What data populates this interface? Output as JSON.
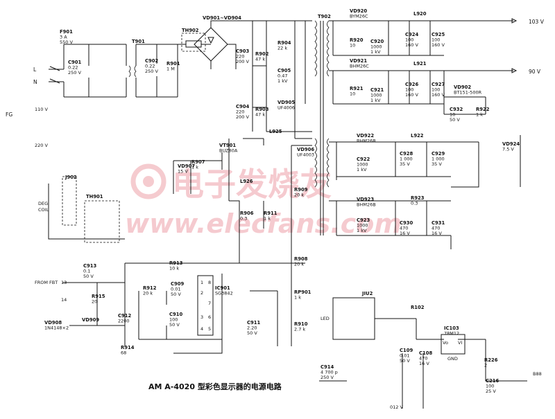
{
  "caption": "AM A-4020 型彩色显示器的电源电路",
  "watermark": {
    "cn": "电子发烧友",
    "url": "www.elecfans.com"
  },
  "inputs": {
    "L": "L",
    "N": "N",
    "FG": "FG",
    "v110": "110 V",
    "v220": "220 V",
    "deg_coil_1": "DEG",
    "deg_coil_2": "COIL",
    "from_fbt": "FROM FBT",
    "pin13": "13",
    "pin14": "14",
    "led": "LED"
  },
  "outputs": {
    "v103": "103 V",
    "v90": "90 V",
    "vbbb": "B88",
    "v12": "012 V"
  },
  "components": [
    {
      "id": "F901",
      "name": "F901",
      "v1": "3 A",
      "v2": "550 V"
    },
    {
      "id": "C901",
      "name": "C901",
      "v1": "0.22",
      "v2": "250 V"
    },
    {
      "id": "T901",
      "name": "T901",
      "v1": "",
      "v2": ""
    },
    {
      "id": "C902",
      "name": "C902",
      "v1": "0.22",
      "v2": "250 V"
    },
    {
      "id": "R901",
      "name": "R901",
      "v1": "1 M",
      "v2": ""
    },
    {
      "id": "TH902",
      "name": "TH902",
      "v1": "",
      "v2": ""
    },
    {
      "id": "VD901",
      "name": "VD901~VD904",
      "v1": "",
      "v2": ""
    },
    {
      "id": "C903",
      "name": "C903",
      "v1": "220",
      "v2": "200 V"
    },
    {
      "id": "R902",
      "name": "R902",
      "v1": "47 k",
      "v2": ""
    },
    {
      "id": "C904",
      "name": "C904",
      "v1": "220",
      "v2": "200 V"
    },
    {
      "id": "R903",
      "name": "R903",
      "v1": "47 k",
      "v2": ""
    },
    {
      "id": "R904",
      "name": "R904",
      "v1": "22 k",
      "v2": ""
    },
    {
      "id": "C905",
      "name": "C905",
      "v1": "0.47",
      "v2": "1 kV"
    },
    {
      "id": "VD905",
      "name": "VD905",
      "v1": "UF4006",
      "v2": ""
    },
    {
      "id": "L925",
      "name": "L925",
      "v1": "",
      "v2": ""
    },
    {
      "id": "VT901",
      "name": "VT901",
      "v1": "BUZ80A",
      "v2": ""
    },
    {
      "id": "VD907",
      "name": "VD907",
      "v1": "15 V",
      "v2": ""
    },
    {
      "id": "R907",
      "name": "R907",
      "v1": "1 k",
      "v2": ""
    },
    {
      "id": "L926",
      "name": "L926",
      "v1": "",
      "v2": ""
    },
    {
      "id": "R906",
      "name": "R906",
      "v1": "0.3",
      "v2": ""
    },
    {
      "id": "R911",
      "name": "R911",
      "v1": "1 k",
      "v2": ""
    },
    {
      "id": "T902",
      "name": "T902",
      "v1": "",
      "v2": ""
    },
    {
      "id": "VD906",
      "name": "VD906",
      "v1": "UF4003",
      "v2": ""
    },
    {
      "id": "R909",
      "name": "R909",
      "v1": "20 k",
      "v2": ""
    },
    {
      "id": "R908",
      "name": "R908",
      "v1": "20 k",
      "v2": ""
    },
    {
      "id": "J902",
      "name": "J902",
      "v1": "",
      "v2": ""
    },
    {
      "id": "TH901",
      "name": "TH901",
      "v1": "",
      "v2": ""
    },
    {
      "id": "C913",
      "name": "C913",
      "v1": "0.1",
      "v2": "50 V"
    },
    {
      "id": "R913",
      "name": "R913",
      "v1": "10 k",
      "v2": ""
    },
    {
      "id": "R915",
      "name": "R915",
      "v1": "20",
      "v2": ""
    },
    {
      "id": "VD908",
      "name": "VD908",
      "v1": "1N4148×2",
      "v2": ""
    },
    {
      "id": "VD909",
      "name": "VD909",
      "v1": "",
      "v2": ""
    },
    {
      "id": "C912",
      "name": "C912",
      "v1": "2200",
      "v2": ""
    },
    {
      "id": "R914",
      "name": "R914",
      "v1": "68",
      "v2": ""
    },
    {
      "id": "R912",
      "name": "R912",
      "v1": "20 k",
      "v2": ""
    },
    {
      "id": "C909",
      "name": "C909",
      "v1": "0.01",
      "v2": "50 V"
    },
    {
      "id": "C910",
      "name": "C910",
      "v1": "100",
      "v2": "50 V"
    },
    {
      "id": "IC901",
      "name": "IC901",
      "v1": "SG3842",
      "v2": ""
    },
    {
      "id": "C911",
      "name": "C911",
      "v1": "2.20",
      "v2": "50 V"
    },
    {
      "id": "RP901",
      "name": "RP901",
      "v1": "1 k",
      "v2": ""
    },
    {
      "id": "R910",
      "name": "R910",
      "v1": "2.7 k",
      "v2": ""
    },
    {
      "id": "C914",
      "name": "C914",
      "v1": "4 700 p",
      "v2": "250 V"
    },
    {
      "id": "VD920",
      "name": "VD920",
      "v1": "BYM26C",
      "v2": ""
    },
    {
      "id": "R920",
      "name": "R920",
      "v1": "10",
      "v2": ""
    },
    {
      "id": "C920",
      "name": "C920",
      "v1": "1000",
      "v2": "1 kV"
    },
    {
      "id": "L920",
      "name": "L920",
      "v1": "",
      "v2": ""
    },
    {
      "id": "C924",
      "name": "C924",
      "v1": "100",
      "v2": "160 V"
    },
    {
      "id": "C925",
      "name": "C925",
      "v1": "100",
      "v2": "160 V"
    },
    {
      "id": "VD921",
      "name": "VD921",
      "v1": "BHM26C",
      "v2": ""
    },
    {
      "id": "R921",
      "name": "R921",
      "v1": "10",
      "v2": ""
    },
    {
      "id": "C921",
      "name": "C921",
      "v1": "1000",
      "v2": "1 kV"
    },
    {
      "id": "L921",
      "name": "L921",
      "v1": "",
      "v2": ""
    },
    {
      "id": "C926",
      "name": "C926",
      "v1": "100",
      "v2": "160 V"
    },
    {
      "id": "C927",
      "name": "C927",
      "v1": "100",
      "v2": "160 V"
    },
    {
      "id": "VD902",
      "name": "VD902",
      "v1": "BT151-500R",
      "v2": ""
    },
    {
      "id": "C932",
      "name": "C932",
      "v1": "10",
      "v2": "50 V"
    },
    {
      "id": "R922",
      "name": "R922",
      "v1": "1 k",
      "v2": ""
    },
    {
      "id": "VD924",
      "name": "VD924",
      "v1": "7.5 V",
      "v2": ""
    },
    {
      "id": "VD922",
      "name": "VD922",
      "v1": "BHM26B",
      "v2": ""
    },
    {
      "id": "C922",
      "name": "C922",
      "v1": "1000",
      "v2": "1 kV"
    },
    {
      "id": "L922",
      "name": "L922",
      "v1": "",
      "v2": ""
    },
    {
      "id": "C928",
      "name": "C928",
      "v1": "1 000",
      "v2": "35 V"
    },
    {
      "id": "C929",
      "name": "C929",
      "v1": "1 000",
      "v2": "35 V"
    },
    {
      "id": "VD923",
      "name": "VD923",
      "v1": "BHM26B",
      "v2": ""
    },
    {
      "id": "R923",
      "name": "R923",
      "v1": "0.3",
      "v2": ""
    },
    {
      "id": "C923",
      "name": "C923",
      "v1": "1000",
      "v2": "1 kV"
    },
    {
      "id": "C930",
      "name": "C930",
      "v1": "470",
      "v2": "16 V"
    },
    {
      "id": "C931",
      "name": "C931",
      "v1": "470",
      "v2": "16 V"
    },
    {
      "id": "JIU2",
      "name": "JIU2",
      "v1": "",
      "v2": ""
    },
    {
      "id": "R102",
      "name": "R102",
      "v1": "",
      "v2": ""
    },
    {
      "id": "IC103",
      "name": "IC103",
      "v1": "78M12",
      "v2": ""
    },
    {
      "id": "C109",
      "name": "C109",
      "v1": "0.01",
      "v2": "50 V"
    },
    {
      "id": "C108",
      "name": "C108",
      "v1": "470",
      "v2": "16 V"
    },
    {
      "id": "R226",
      "name": "R226",
      "v1": "2",
      "v2": ""
    },
    {
      "id": "C216",
      "name": "C216",
      "v1": "100",
      "v2": "25 V"
    }
  ],
  "ic_pins": {
    "vo": "Vo",
    "vi": "VI",
    "gnd": "GND",
    "p1": "1",
    "p2": "2",
    "p3": "3",
    "p4": "4",
    "p5": "5",
    "p6": "6",
    "p7": "7",
    "p8": "8"
  }
}
